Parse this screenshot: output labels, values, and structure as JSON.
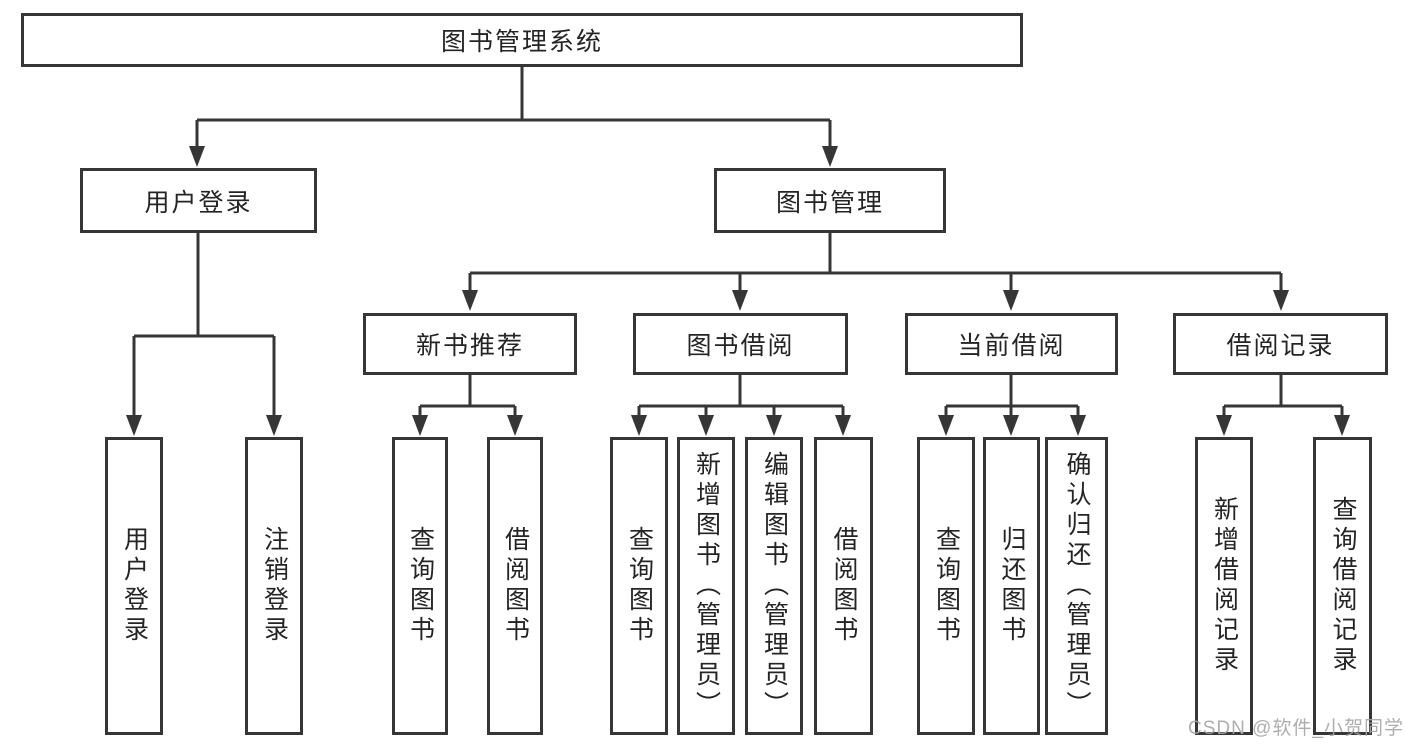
{
  "diagram": {
    "root": {
      "label": "图书管理系统",
      "children": [
        {
          "label": "用户登录",
          "children": [
            {
              "label": "用户登录"
            },
            {
              "label": "注销登录"
            }
          ]
        },
        {
          "label": "图书管理",
          "children": [
            {
              "label": "新书推荐",
              "children": [
                {
                  "label": "查询图书"
                },
                {
                  "label": "借阅图书"
                }
              ]
            },
            {
              "label": "图书借阅",
              "children": [
                {
                  "label": "查询图书"
                },
                {
                  "label": "新增图书（管理员）"
                },
                {
                  "label": "编辑图书（管理员）"
                },
                {
                  "label": "借阅图书"
                }
              ]
            },
            {
              "label": "当前借阅",
              "children": [
                {
                  "label": "查询图书"
                },
                {
                  "label": "归还图书"
                },
                {
                  "label": "确认归还（管理员）"
                }
              ]
            },
            {
              "label": "借阅记录",
              "children": [
                {
                  "label": "新增借阅记录"
                },
                {
                  "label": "查询借阅记录"
                }
              ]
            }
          ]
        }
      ]
    },
    "colors": {
      "line": "#363636",
      "box_border": "#363636",
      "text": "#242424",
      "watermark": "#a5a5a5",
      "background": "#ffffff"
    }
  },
  "watermark": {
    "text": "CSDN @软件_小贺同学"
  }
}
